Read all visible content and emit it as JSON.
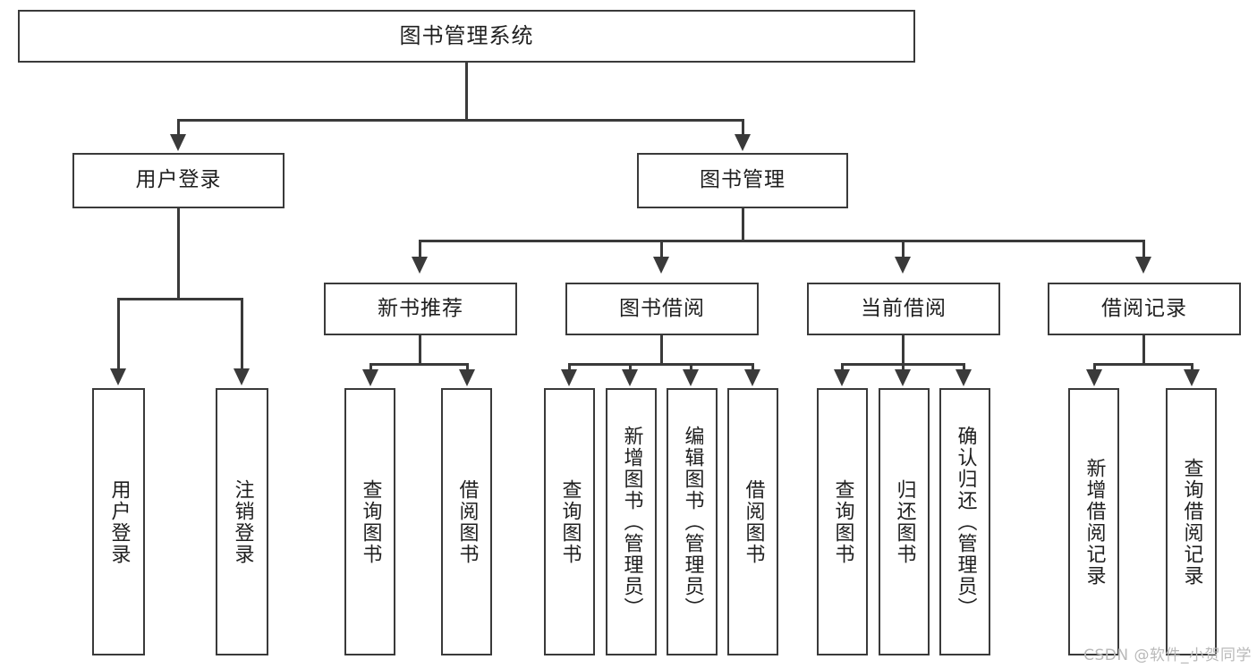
{
  "diagram": {
    "title": "图书管理系统",
    "type": "tree",
    "root": {
      "id": "root",
      "label": "图书管理系统",
      "orientation": "horizontal"
    },
    "level2": [
      {
        "id": "user-login",
        "label": "用户登录",
        "orientation": "horizontal"
      },
      {
        "id": "book-manage",
        "label": "图书管理",
        "orientation": "horizontal"
      }
    ],
    "level3": [
      {
        "id": "new-book-rec",
        "label": "新书推荐",
        "orientation": "horizontal",
        "parent": "book-manage"
      },
      {
        "id": "book-borrow",
        "label": "图书借阅",
        "orientation": "horizontal",
        "parent": "book-manage"
      },
      {
        "id": "current-borrow",
        "label": "当前借阅",
        "orientation": "horizontal",
        "parent": "book-manage"
      },
      {
        "id": "borrow-record",
        "label": "借阅记录",
        "orientation": "horizontal",
        "parent": "book-manage"
      }
    ],
    "leaves": [
      {
        "id": "leaf-user-login",
        "label": "用户登录",
        "orientation": "vertical",
        "parent": "user-login"
      },
      {
        "id": "leaf-user-logout",
        "label": "注销登录",
        "orientation": "vertical",
        "parent": "user-login"
      },
      {
        "id": "leaf-rec-query-book",
        "label": "查询图书",
        "orientation": "vertical",
        "parent": "new-book-rec"
      },
      {
        "id": "leaf-rec-borrow-book",
        "label": "借阅图书",
        "orientation": "vertical",
        "parent": "new-book-rec"
      },
      {
        "id": "leaf-borrow-query-book",
        "label": "查询图书",
        "orientation": "vertical",
        "parent": "book-borrow"
      },
      {
        "id": "leaf-borrow-add-book",
        "label": "新增图书（管理员）",
        "orientation": "vertical",
        "parent": "book-borrow"
      },
      {
        "id": "leaf-borrow-edit-book",
        "label": "编辑图书（管理员）",
        "orientation": "vertical",
        "parent": "book-borrow"
      },
      {
        "id": "leaf-borrow-borrow-book",
        "label": "借阅图书",
        "orientation": "vertical",
        "parent": "book-borrow"
      },
      {
        "id": "leaf-current-query-book",
        "label": "查询图书",
        "orientation": "vertical",
        "parent": "current-borrow"
      },
      {
        "id": "leaf-current-return-book",
        "label": "归还图书",
        "orientation": "vertical",
        "parent": "current-borrow"
      },
      {
        "id": "leaf-current-confirm-return",
        "label": "确认归还（管理员）",
        "orientation": "vertical",
        "parent": "current-borrow"
      },
      {
        "id": "leaf-record-add",
        "label": "新增借阅记录",
        "orientation": "vertical",
        "parent": "borrow-record"
      },
      {
        "id": "leaf-record-query",
        "label": "查询借阅记录",
        "orientation": "vertical",
        "parent": "borrow-record"
      }
    ],
    "colors": {
      "box_border": "#3a3a3a",
      "box_fill": "#ffffff",
      "connector": "#3a3a3a",
      "text": "#1f1f1f",
      "background": "#ffffff",
      "watermark": "#b9b9b9"
    }
  },
  "watermark": {
    "text": "CSDN @软件_小贺同学"
  }
}
